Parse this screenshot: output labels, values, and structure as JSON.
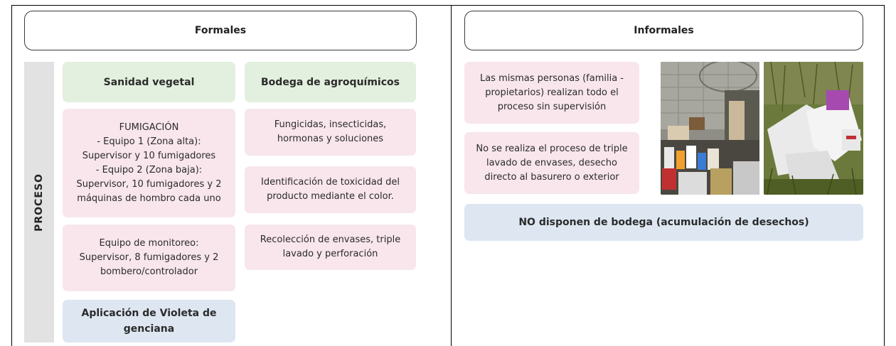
{
  "formales": {
    "header": "Formales",
    "proceso_label": "PROCESO",
    "col1": {
      "sanidad": "Sanidad vegetal",
      "fumigacion": "FUMIGACIÓN\n- Equipo 1 (Zona alta):\nSupervisor y 10 fumigadores\n- Equipo 2 (Zona baja):\nSupervisor, 10 fumigadores y 2\nmáquinas de hombro cada uno",
      "monitoreo": "Equipo de monitoreo:\nSupervisor, 8 fumigadores y 2\nbombero/controlador",
      "violeta": "Aplicación de Violeta de\ngenciana"
    },
    "col2": {
      "bodega": "Bodega de agroquímicos",
      "fungicidas": "Fungicidas, insecticidas,\nhormonas y soluciones",
      "toxicidad": "Identificación de toxicidad del\nproducto mediante el color.",
      "recoleccion": "Recolección de envases, triple\nlavado y perforación"
    }
  },
  "informales": {
    "header": "Informales",
    "personas": "Las mismas personas (familia -\npropietarios) realizan todo el\nproceso sin supervisión",
    "triple": "No se realiza el proceso de triple\nlavado de envases, desecho\ndirecto al basurero o exterior",
    "bodega": "NO disponen de bodega (acumulación de desechos)"
  },
  "colors": {
    "green": "#e3efdf",
    "pink": "#f8e6ec",
    "blue": "#dde6f1",
    "bar": "#e2e2e2"
  },
  "images": [
    "photo-storage-room-chemicals",
    "photo-discarded-agrochemical-bags"
  ]
}
